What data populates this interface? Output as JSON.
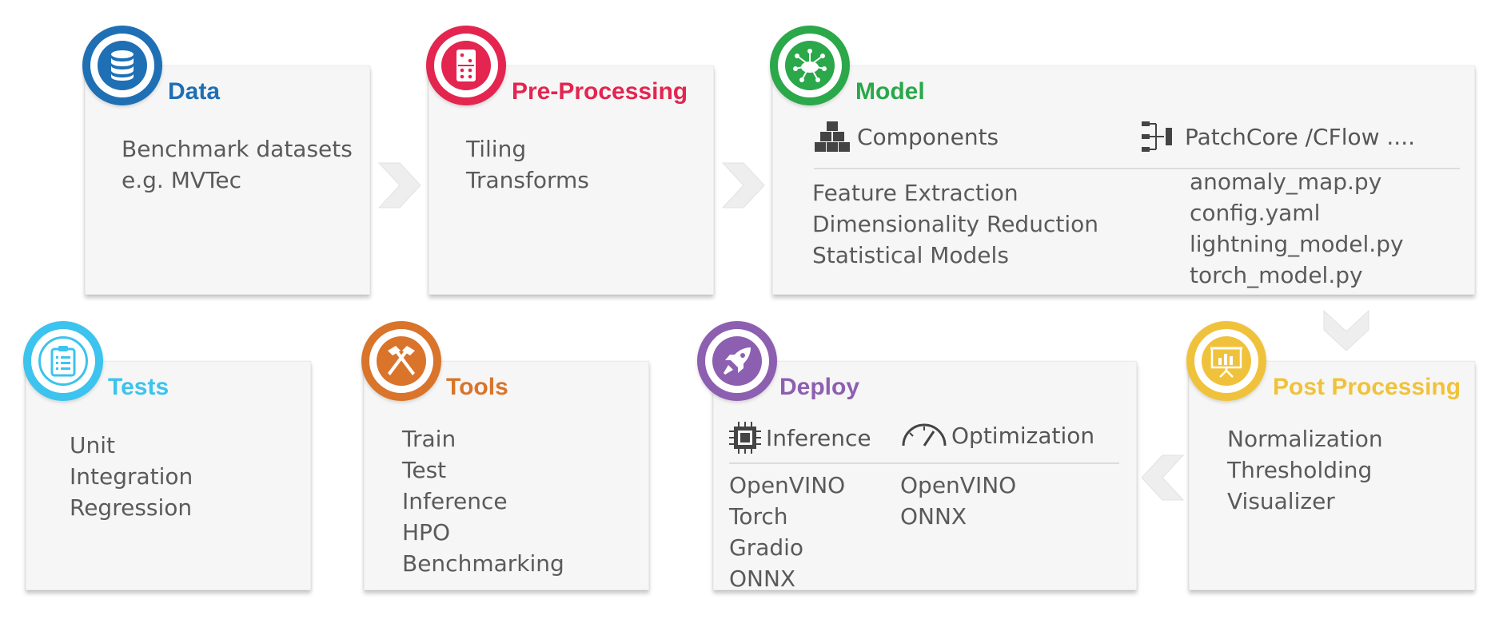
{
  "colors": {
    "data": "#1f6fb5",
    "preprocessing": "#e3254f",
    "model": "#2aa84a",
    "tests": "#3cc3ee",
    "tools": "#d9742a",
    "deploy": "#8d5fb0",
    "postprocessing": "#f0c23b"
  },
  "data_card": {
    "title": "Data",
    "lines": [
      "Benchmark datasets",
      "e.g. MVTec"
    ]
  },
  "preprocessing_card": {
    "title": "Pre-Processing",
    "lines": [
      "Tiling",
      "Transforms"
    ]
  },
  "model_card": {
    "title": "Model",
    "components_label": "Components",
    "patchcore_label": "PatchCore /CFlow ....",
    "components": [
      "Feature Extraction",
      "Dimensionality Reduction",
      "Statistical Models"
    ],
    "files": [
      "anomaly_map.py",
      "config.yaml",
      "lightning_model.py",
      "torch_model.py"
    ]
  },
  "postprocessing_card": {
    "title": "Post Processing",
    "lines": [
      "Normalization",
      "Thresholding",
      "Visualizer"
    ]
  },
  "deploy_card": {
    "title": "Deploy",
    "inference_label": "Inference",
    "optimization_label": "Optimization",
    "inference": [
      "OpenVINO",
      "Torch",
      "Gradio",
      "ONNX"
    ],
    "optimization": [
      "OpenVINO",
      "ONNX"
    ]
  },
  "tools_card": {
    "title": "Tools",
    "lines": [
      "Train",
      "Test",
      "Inference",
      "HPO",
      "Benchmarking"
    ]
  },
  "tests_card": {
    "title": "Tests",
    "lines": [
      "Unit",
      "Integration",
      "Regression"
    ]
  }
}
